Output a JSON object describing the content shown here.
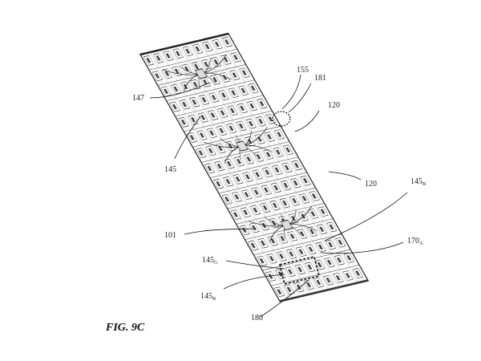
{
  "figure": {
    "caption": "FIG. 9C",
    "labels": {
      "l155": "155",
      "l181": "181",
      "l147": "147",
      "l120a": "120",
      "l145": "145",
      "l120b": "120",
      "l145b": {
        "main": "145",
        "sub": "B"
      },
      "l101": "101",
      "l170a": {
        "main": "170",
        "sub": "A"
      },
      "l145g": {
        "main": "145",
        "sub": "G"
      },
      "l145r": {
        "main": "145",
        "sub": "R"
      },
      "l180": "180"
    }
  },
  "colors": {
    "ink": "#111111",
    "background": "#ffffff"
  }
}
